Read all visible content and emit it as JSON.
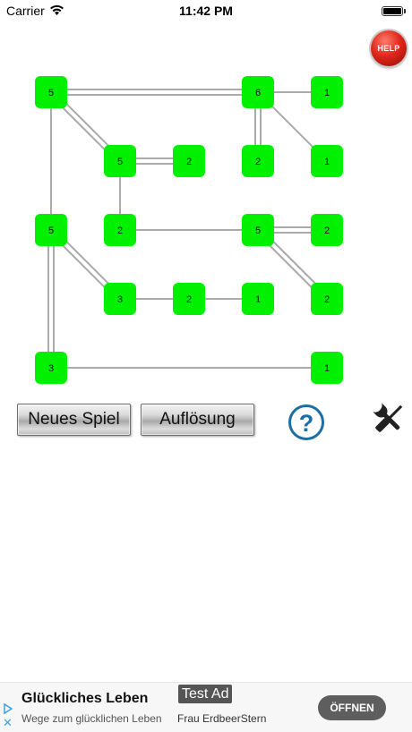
{
  "status": {
    "carrier": "Carrier",
    "time": "11:42 PM"
  },
  "help_label": "HELP",
  "islands": [
    {
      "id": "a",
      "value": "5",
      "col": 0,
      "row": 0
    },
    {
      "id": "b",
      "value": "6",
      "col": 3,
      "row": 0
    },
    {
      "id": "c",
      "value": "1",
      "col": 4,
      "row": 0
    },
    {
      "id": "d",
      "value": "5",
      "col": 1,
      "row": 1
    },
    {
      "id": "e",
      "value": "2",
      "col": 2,
      "row": 1
    },
    {
      "id": "f",
      "value": "2",
      "col": 3,
      "row": 1
    },
    {
      "id": "g",
      "value": "1",
      "col": 4,
      "row": 1
    },
    {
      "id": "h",
      "value": "5",
      "col": 0,
      "row": 2
    },
    {
      "id": "i",
      "value": "2",
      "col": 1,
      "row": 2
    },
    {
      "id": "j",
      "value": "5",
      "col": 3,
      "row": 2
    },
    {
      "id": "k",
      "value": "2",
      "col": 4,
      "row": 2
    },
    {
      "id": "l",
      "value": "3",
      "col": 1,
      "row": 3
    },
    {
      "id": "m",
      "value": "2",
      "col": 2,
      "row": 3
    },
    {
      "id": "n",
      "value": "1",
      "col": 3,
      "row": 3
    },
    {
      "id": "o",
      "value": "2",
      "col": 4,
      "row": 3
    },
    {
      "id": "p",
      "value": "3",
      "col": 0,
      "row": 4
    },
    {
      "id": "q",
      "value": "1",
      "col": 4,
      "row": 4
    }
  ],
  "bridges": [
    {
      "from": "a",
      "to": "b",
      "count": 2
    },
    {
      "from": "b",
      "to": "c",
      "count": 1
    },
    {
      "from": "a",
      "to": "d",
      "count": 2
    },
    {
      "from": "a",
      "to": "h",
      "count": 1
    },
    {
      "from": "b",
      "to": "f",
      "count": 2
    },
    {
      "from": "b",
      "to": "g",
      "count": 1
    },
    {
      "from": "d",
      "to": "e",
      "count": 2
    },
    {
      "from": "d",
      "to": "i",
      "count": 1
    },
    {
      "from": "i",
      "to": "j",
      "count": 1
    },
    {
      "from": "j",
      "to": "k",
      "count": 2
    },
    {
      "from": "j",
      "to": "o",
      "count": 2
    },
    {
      "from": "h",
      "to": "l",
      "count": 2
    },
    {
      "from": "h",
      "to": "p",
      "count": 2
    },
    {
      "from": "l",
      "to": "m",
      "count": 1
    },
    {
      "from": "m",
      "to": "n",
      "count": 1
    },
    {
      "from": "p",
      "to": "q",
      "count": 1
    }
  ],
  "colors": {
    "island": "#00f000",
    "bridge": "#aaaaaa"
  },
  "buttons": {
    "new_game": "Neues Spiel",
    "solution": "Auflösung"
  },
  "icons": {
    "help": "help-icon",
    "question": "question-icon",
    "tools": "tools-icon"
  },
  "ad": {
    "badge": "Test Ad",
    "title": "Glückliches Leben",
    "subtitle": "Wege zum glücklichen Leben",
    "author": "Frau ErdbeerStern",
    "cta": "ÖFFNEN"
  }
}
